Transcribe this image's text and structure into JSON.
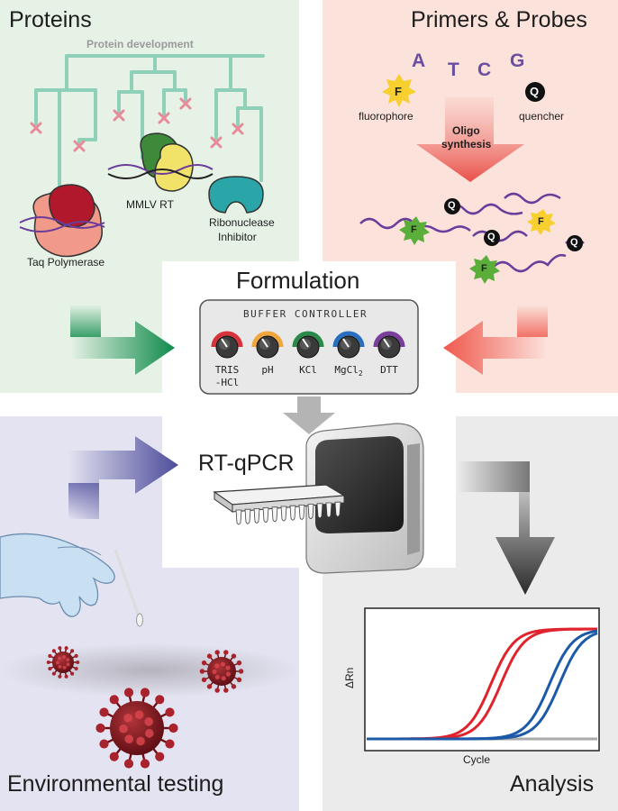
{
  "panels": {
    "proteins": {
      "title": "Proteins",
      "subtitle": "Protein development",
      "taq": "Taq Polymerase",
      "mmlv": "MMLV RT",
      "rnase_line1": "Ribonuclease",
      "rnase_line2": "Inhibitor"
    },
    "primers": {
      "title": "Primers & Probes",
      "bases": [
        "A",
        "T",
        "C",
        "G"
      ],
      "fluor_letter": "F",
      "quench_letter": "Q",
      "fluorophore": "fluorophore",
      "quencher": "quencher",
      "arrow_line1": "Oligo",
      "arrow_line2": "synthesis"
    },
    "formulation": {
      "title": "Formulation",
      "controller_title": "BUFFER CONTROLLER",
      "knobs": [
        {
          "label1": "TRIS",
          "label2": "-HCl",
          "color": "#d8333a"
        },
        {
          "label1": "pH",
          "label2": "",
          "color": "#f0a63a"
        },
        {
          "label1": "KCl",
          "label2": "",
          "color": "#2a8a4a"
        },
        {
          "label1": "MgCl",
          "label2": "2",
          "color": "#2a6fbf"
        },
        {
          "label1": "DTT",
          "label2": "",
          "color": "#7a3f9d"
        }
      ]
    },
    "qpcr": {
      "title": "RT-qPCR"
    },
    "environmental": {
      "title": "Environmental testing"
    },
    "analysis": {
      "title": "Analysis",
      "ylabel": "ΔRn",
      "xlabel": "Cycle"
    }
  },
  "colors": {
    "proteins_bg": "#e6f2e6",
    "primers_bg": "#fbe3dc",
    "environmental_bg": "#e4e3f1",
    "analysis_bg": "#ebebeb",
    "green_arrow": "#0f8a4a",
    "red_arrow": "#f0564a",
    "purple_arrow": "#4b4a9a",
    "dark_arrow": "#2a2a2a",
    "tree": "#8fd1b8",
    "curve_red": "#e0232c",
    "curve_blue": "#1c5aa8"
  }
}
